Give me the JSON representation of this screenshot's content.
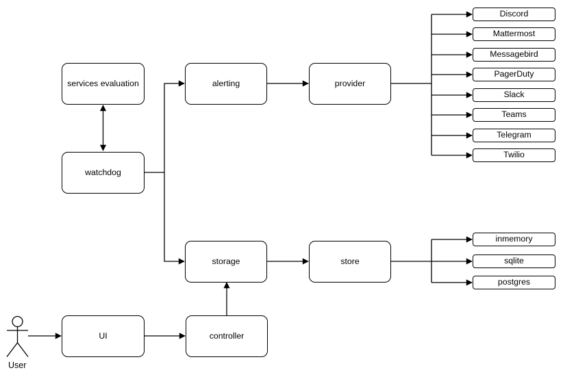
{
  "diagram": {
    "background_color": "#ffffff",
    "stroke_color": "#000000",
    "node_fill_color": "#ffffff",
    "actor": {
      "label": "User"
    },
    "nodes": {
      "services_evaluation": {
        "label": "services evaluation"
      },
      "watchdog": {
        "label": "watchdog"
      },
      "alerting": {
        "label": "alerting"
      },
      "provider": {
        "label": "provider"
      },
      "storage": {
        "label": "storage"
      },
      "store": {
        "label": "store"
      },
      "ui": {
        "label": "UI"
      },
      "controller": {
        "label": "controller"
      }
    },
    "provider_targets": [
      "Discord",
      "Mattermost",
      "Messagebird",
      "PagerDuty",
      "Slack",
      "Teams",
      "Telegram",
      "Twilio"
    ],
    "store_targets": [
      "inmemory",
      "sqlite",
      "postgres"
    ],
    "edges": [
      "services evaluation <-> watchdog",
      "watchdog -> alerting",
      "watchdog -> storage",
      "alerting -> provider",
      "provider -> Discord/Mattermost/Messagebird/PagerDuty/Slack/Teams/Telegram/Twilio",
      "storage -> store",
      "store -> inmemory/sqlite/postgres",
      "User -> UI",
      "UI -> controller",
      "controller -> storage"
    ]
  }
}
